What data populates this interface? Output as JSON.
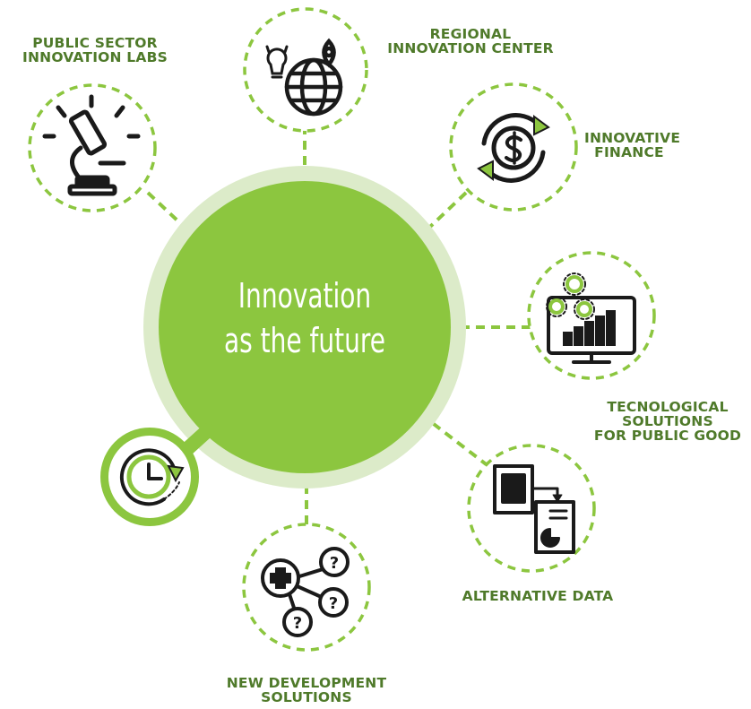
{
  "center": {
    "line1": "Innovation",
    "line2": "as the future"
  },
  "nodes": [
    {
      "id": "public-sector",
      "line1": "PUBLIC SECTOR",
      "line2": "INNOVATION LABS",
      "icon": "microscope-icon"
    },
    {
      "id": "regional",
      "line1": "REGIONAL",
      "line2": "INNOVATION CENTER",
      "icon": "globe-lightbulb-pin-icon"
    },
    {
      "id": "finance",
      "line1": "INNOVATIVE",
      "line2": "FINANCE",
      "icon": "dollar-cycle-icon"
    },
    {
      "id": "tech",
      "line1": "TECNOLOGICAL",
      "line2": "SOLUTIONS",
      "line3": "FOR PUBLIC GOOD",
      "icon": "monitor-gears-chart-icon"
    },
    {
      "id": "alt-data",
      "line1": "ALTERNATIVE DATA",
      "icon": "documents-chart-icon"
    },
    {
      "id": "new-dev",
      "line1": "NEW DEVELOPMENT",
      "line2": "SOLUTIONS",
      "icon": "questions-network-icon"
    },
    {
      "id": "time",
      "icon": "clock-arrow-icon"
    }
  ],
  "colors": {
    "green": "#8cc63f",
    "pale_green": "#dcebc9",
    "dash": "#8cc63f",
    "ink": "#1a1a1a",
    "label": "#4f7a2a"
  }
}
